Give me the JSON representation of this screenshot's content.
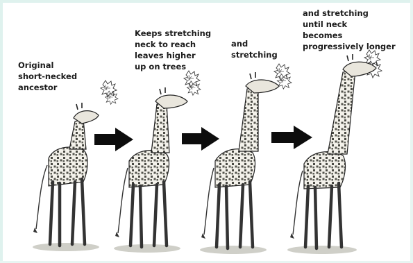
{
  "diagram": {
    "stages": [
      {
        "caption": "Original\nshort-necked\nancestor"
      },
      {
        "caption": "Keeps stretching\nneck to reach\nleaves higher\nup on trees"
      },
      {
        "caption": "and\nstretching"
      },
      {
        "caption": "and stretching\nuntil neck\nbecomes\nprogressively longer"
      }
    ],
    "transitions": [
      {
        "arrow": "right-arrow-icon"
      },
      {
        "arrow": "right-arrow-icon"
      },
      {
        "arrow": "right-arrow-icon"
      }
    ],
    "figure": {
      "subject": "giraffe-illustration",
      "leaf-cluster": "leaf-cluster-icon"
    },
    "colors": {
      "ink": "#1c1c1c",
      "arrow": "#0d0d0d",
      "page_edge": "#dff2ee"
    }
  }
}
